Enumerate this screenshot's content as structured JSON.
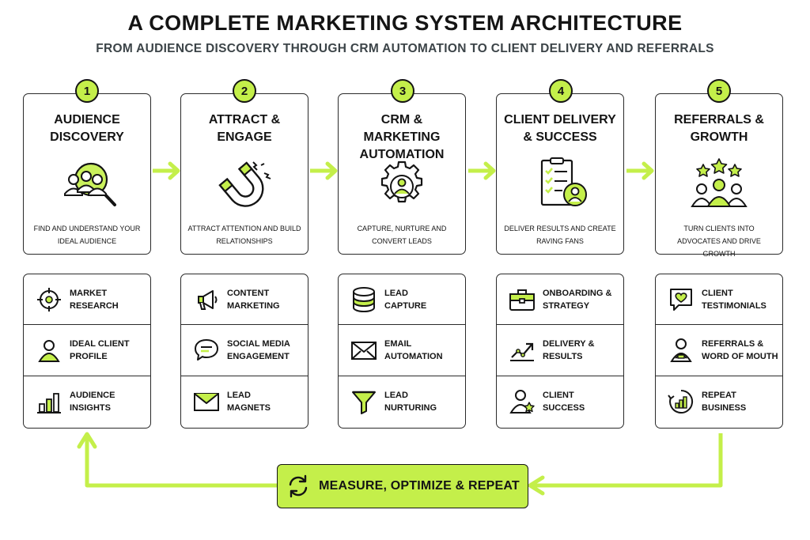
{
  "title": "A COMPLETE MARKETING SYSTEM ARCHITECTURE",
  "subtitle": "FROM AUDIENCE DISCOVERY THROUGH CRM AUTOMATION TO CLIENT DELIVERY AND REFERRALS",
  "accent_color": "#c4ef4a",
  "stages": [
    {
      "number": "1",
      "title": "AUDIENCE DISCOVERY",
      "icon": "audience-search-icon",
      "description": "FIND AND UNDERSTAND YOUR IDEAL AUDIENCE",
      "items": [
        {
          "label": "MARKET\nRESEARCH",
          "icon": "target-icon"
        },
        {
          "label": "IDEAL CLIENT\nPROFILE",
          "icon": "user-profile-icon"
        },
        {
          "label": "AUDIENCE\nINSIGHTS",
          "icon": "bar-chart-icon"
        }
      ]
    },
    {
      "number": "2",
      "title": "ATTRACT & ENGAGE",
      "icon": "magnet-icon",
      "description": "ATTRACT ATTENTION AND BUILD RELATIONSHIPS",
      "items": [
        {
          "label": "CONTENT\nMARKETING",
          "icon": "megaphone-icon"
        },
        {
          "label": "SOCIAL MEDIA\nENGAGEMENT",
          "icon": "chat-bubble-icon"
        },
        {
          "label": "LEAD\nMAGNETS",
          "icon": "envelope-icon"
        }
      ]
    },
    {
      "number": "3",
      "title": "CRM & MARKETING AUTOMATION",
      "icon": "gear-user-icon",
      "description": "CAPTURE, NURTURE AND CONVERT LEADS",
      "items": [
        {
          "label": "LEAD\nCAPTURE",
          "icon": "database-icon"
        },
        {
          "label": "EMAIL\nAUTOMATION",
          "icon": "mail-icon"
        },
        {
          "label": "LEAD\nNURTURING",
          "icon": "funnel-icon"
        }
      ]
    },
    {
      "number": "4",
      "title": "CLIENT DELIVERY & SUCCESS",
      "icon": "checklist-user-icon",
      "description": "DELIVER RESULTS AND CREATE RAVING FANS",
      "items": [
        {
          "label": "ONBOARDING &\nSTRATEGY",
          "icon": "briefcase-icon"
        },
        {
          "label": "DELIVERY &\nRESULTS",
          "icon": "trend-up-icon"
        },
        {
          "label": "CLIENT\nSUCCESS",
          "icon": "user-star-icon"
        }
      ]
    },
    {
      "number": "5",
      "title": "REFERRALS & GROWTH",
      "icon": "group-stars-icon",
      "description": "TURN CLIENTS INTO ADVOCATES AND DRIVE GROWTH",
      "items": [
        {
          "label": "CLIENT\nTESTIMONIALS",
          "icon": "heart-chat-icon"
        },
        {
          "label": "REFERRALS &\nWORD OF MOUTH",
          "icon": "handshake-icon"
        },
        {
          "label": "REPEAT\nBUSINESS",
          "icon": "growth-cycle-icon"
        }
      ]
    }
  ],
  "loop": {
    "label": "MEASURE, OPTIMIZE & REPEAT",
    "icon": "refresh-cycle-icon"
  }
}
